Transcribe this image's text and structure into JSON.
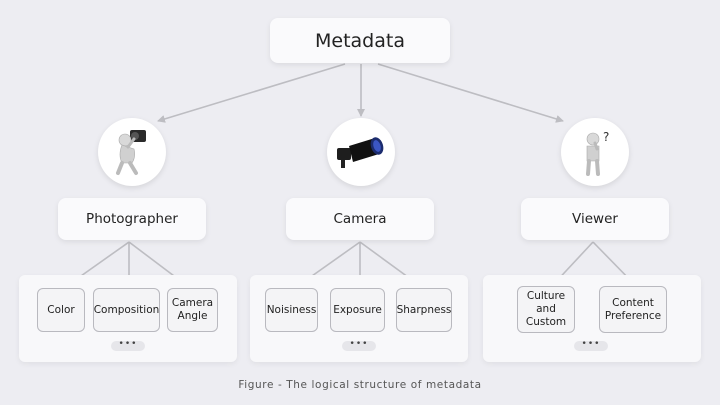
{
  "root": {
    "label": "Metadata"
  },
  "groups": [
    {
      "label": "Photographer",
      "icon": "photographer-figure-icon",
      "leaves": [
        "Color",
        "Composition",
        "Camera Angle"
      ],
      "more": "•••"
    },
    {
      "label": "Camera",
      "icon": "camera-lens-icon",
      "leaves": [
        "Noisiness",
        "Exposure",
        "Sharpness"
      ],
      "more": "•••"
    },
    {
      "label": "Viewer",
      "icon": "thinking-figure-icon",
      "leaves": [
        "Culture and Custom",
        "Content Preference"
      ],
      "more": "•••"
    }
  ],
  "caption": "Figure - The logical structure of metadata",
  "colors": {
    "background": "#ededf2",
    "arrow": "#bdbdc2",
    "box": "#fafafc"
  }
}
